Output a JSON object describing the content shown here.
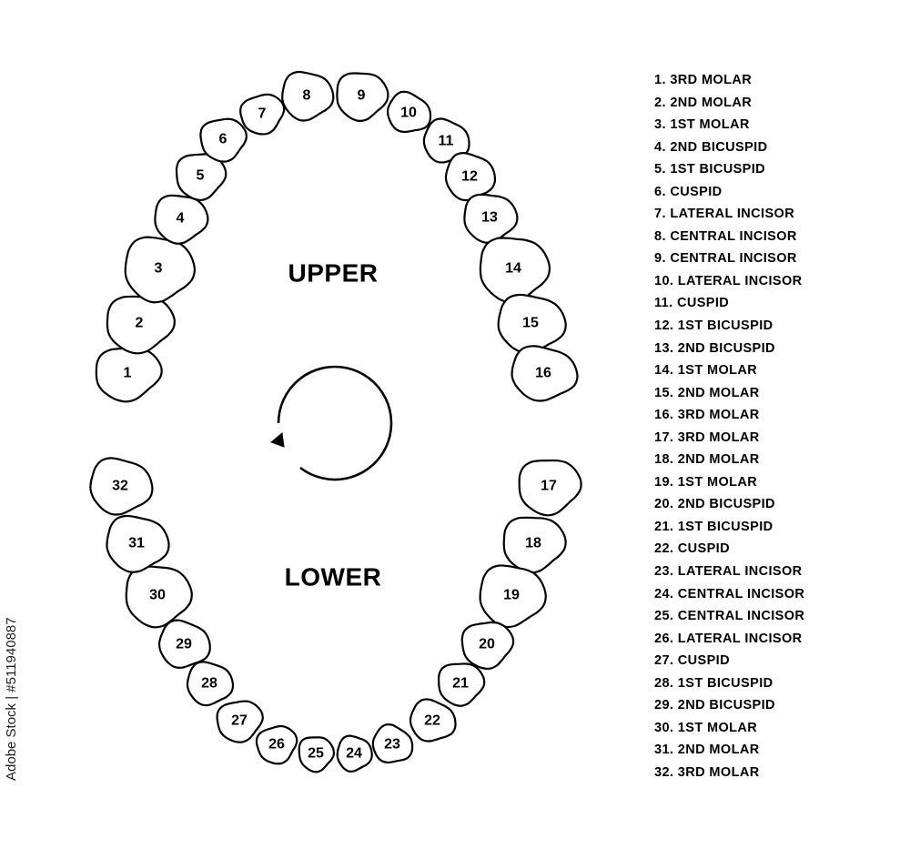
{
  "labels": {
    "upper": "UPPER",
    "lower": "LOWER"
  },
  "teeth": [
    {
      "n": "1"
    },
    {
      "n": "2"
    },
    {
      "n": "3"
    },
    {
      "n": "4"
    },
    {
      "n": "5"
    },
    {
      "n": "6"
    },
    {
      "n": "7"
    },
    {
      "n": "8"
    },
    {
      "n": "9"
    },
    {
      "n": "10"
    },
    {
      "n": "11"
    },
    {
      "n": "12"
    },
    {
      "n": "13"
    },
    {
      "n": "14"
    },
    {
      "n": "15"
    },
    {
      "n": "16"
    },
    {
      "n": "17"
    },
    {
      "n": "18"
    },
    {
      "n": "19"
    },
    {
      "n": "20"
    },
    {
      "n": "21"
    },
    {
      "n": "22"
    },
    {
      "n": "23"
    },
    {
      "n": "24"
    },
    {
      "n": "25"
    },
    {
      "n": "26"
    },
    {
      "n": "27"
    },
    {
      "n": "28"
    },
    {
      "n": "29"
    },
    {
      "n": "30"
    },
    {
      "n": "31"
    },
    {
      "n": "32"
    }
  ],
  "legend": [
    "1. 3RD MOLAR",
    "2. 2ND MOLAR",
    "3. 1ST MOLAR",
    "4. 2ND BICUSPID",
    "5. 1ST BICUSPID",
    "6. CUSPID",
    "7. LATERAL INCISOR",
    "8. CENTRAL INCISOR",
    "9. CENTRAL INCISOR",
    "10. LATERAL INCISOR",
    "11. CUSPID",
    "12. 1ST BICUSPID",
    "13. 2ND BICUSPID",
    "14. 1ST MOLAR",
    "15. 2ND MOLAR",
    "16. 3RD MOLAR",
    "17. 3RD MOLAR",
    "18. 2ND MOLAR",
    "19. 1ST MOLAR",
    "20. 2ND BICUSPID",
    "21. 1ST BICUSPID",
    "22. CUSPID",
    "23. LATERAL INCISOR",
    "24. CENTRAL INCISOR",
    "25. CENTRAL INCISOR",
    "26. LATERAL INCISOR",
    "27. CUSPID",
    "28. 1ST BICUSPID",
    "29. 2ND BICUSPID",
    "30. 1ST MOLAR",
    "31. 2ND MOLAR",
    "32. 3RD MOLAR"
  ],
  "watermark": "Adobe Stock | #511940887",
  "colors": {
    "stroke": "#000000",
    "fill": "#ffffff"
  },
  "icons": {
    "direction": "circular-arrow-icon"
  }
}
